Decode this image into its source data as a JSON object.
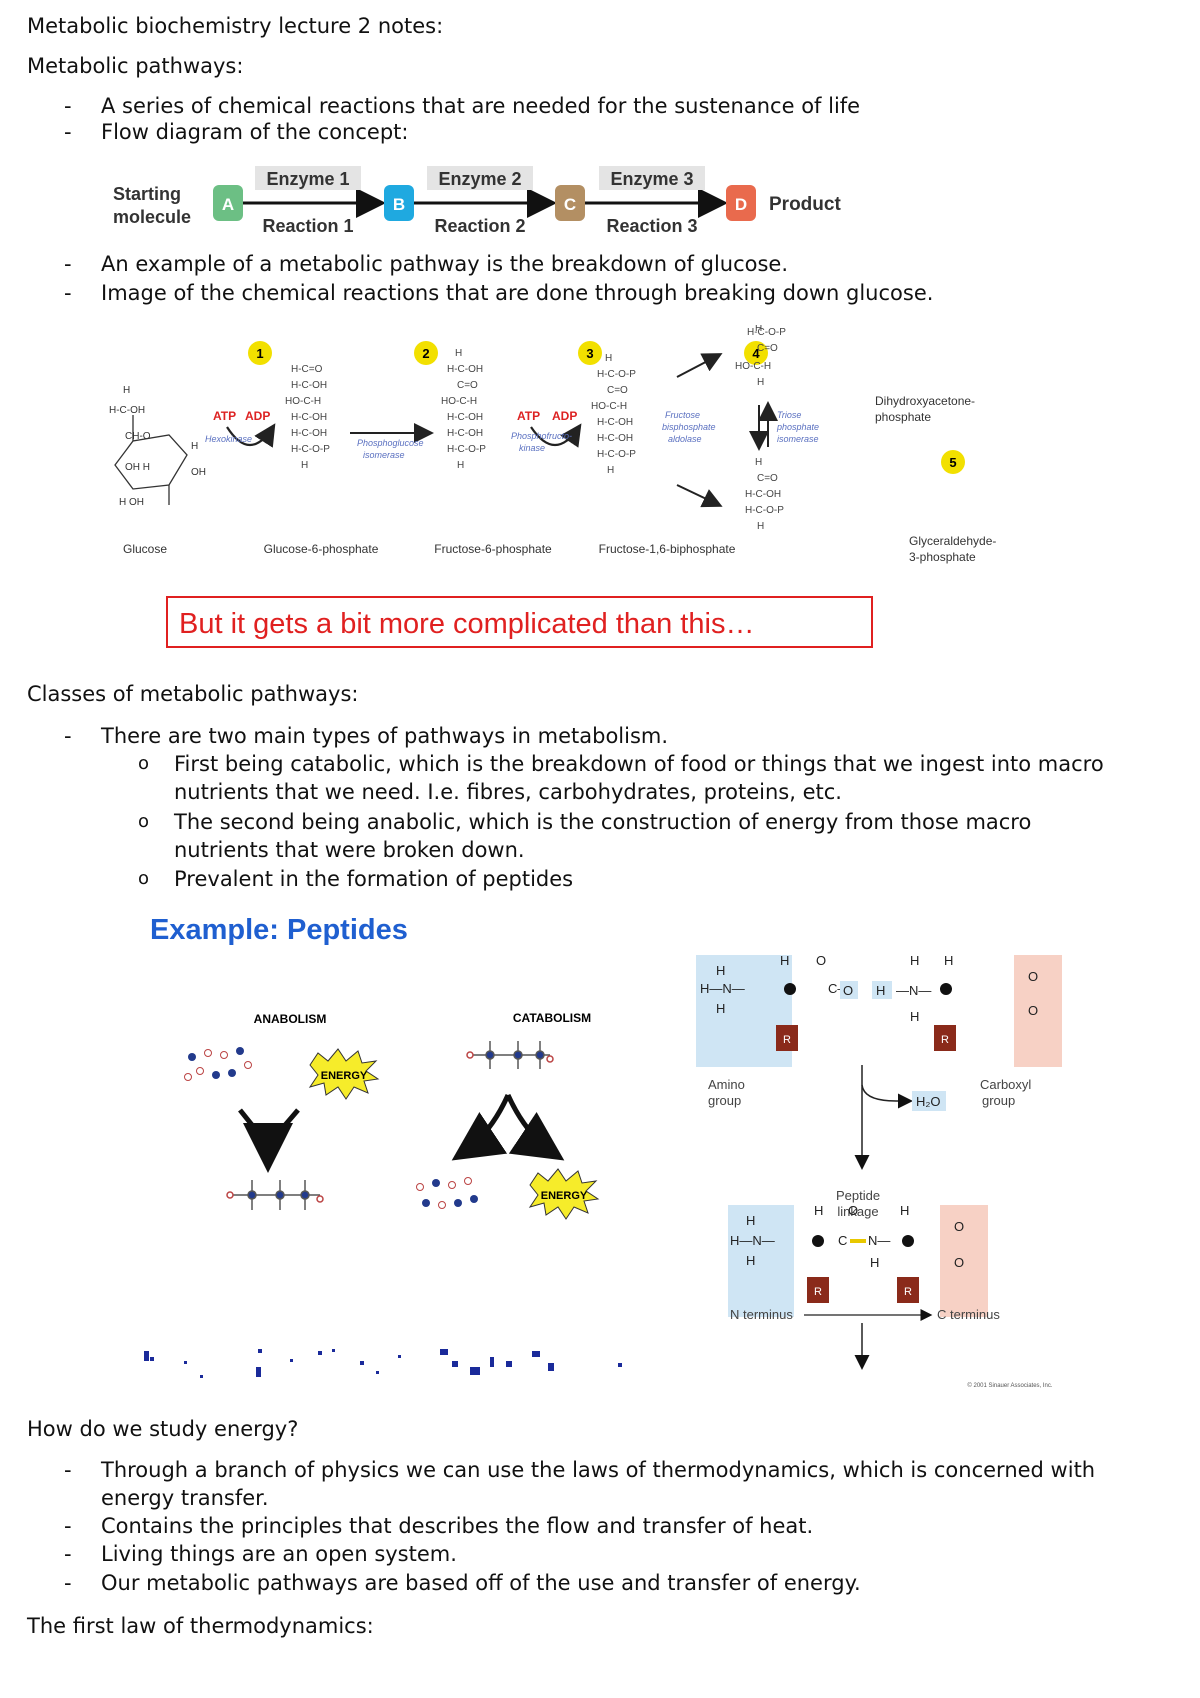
{
  "doc": {
    "title": "Metabolic biochemistry lecture 2 notes:",
    "s1_heading": "Metabolic pathways:",
    "s1_bullets": [
      "A series of chemical reactions that are needed for the sustenance of life",
      "Flow diagram of the concept:",
      "An example of a metabolic pathway is the breakdown of glucose.",
      "Image of the chemical reactions that are done through breaking down glucose."
    ],
    "s2_heading": "Classes of metabolic pathways:",
    "s2_bullet": "There are two main types of pathways in metabolism.",
    "s2_sub": [
      "First being catabolic, which is the breakdown of food or things that we ingest into macro",
      "nutrients that we need. I.e. fibres, carbohydrates, proteins, etc.",
      "The second being anabolic, which is the construction of energy from those macro",
      "nutrients that were broken down.",
      "Prevalent in the formation of peptides"
    ],
    "s3_heading": "How do we study energy?",
    "s3_bullets": [
      "Through a branch of physics we can use the laws of thermodynamics, which is concerned with",
      "energy transfer.",
      "Contains the principles that describes the flow and transfer of heat.",
      "Living things are an open system.",
      "Our metabolic pathways are based off of the use and transfer of energy."
    ],
    "s4_heading": "The first law of thermodynamics:"
  },
  "flow": {
    "start": [
      "Starting",
      "molecule"
    ],
    "nodes": [
      "A",
      "B",
      "C",
      "D"
    ],
    "enzymes": [
      "Enzyme 1",
      "Enzyme 2",
      "Enzyme 3"
    ],
    "reactions": [
      "Reaction 1",
      "Reaction 2",
      "Reaction 3"
    ],
    "product": "Product",
    "colors": {
      "A": "#6cbf84",
      "B": "#1fa9e0",
      "C": "#b38f63",
      "D": "#e96a4d",
      "enzyme_bg": "#e4e4e4"
    }
  },
  "glycolysis": {
    "steps": [
      "1",
      "2",
      "3",
      "4",
      "5"
    ],
    "compounds": [
      "Glucose",
      "Glucose-6-phosphate",
      "Fructose-6-phosphate",
      "Fructose-1,6-biphosphate"
    ],
    "dhap": [
      "Dihydroxyacetone-",
      "phosphate"
    ],
    "g3p": [
      "Glyceraldehyde-",
      "3-phosphate"
    ],
    "atp": "ATP",
    "adp": "ADP",
    "enzymes": {
      "hexokinase": "Hexokinase",
      "pgi": [
        "Phosphoglucose",
        "isomerase"
      ],
      "pfk": [
        "Phosphofructo-",
        "kinase"
      ],
      "aldolase": [
        "Fructose",
        "bisphosphate",
        "aldolase"
      ],
      "tpi": [
        "Triose",
        "phosphate",
        "isomerase"
      ]
    },
    "note": "But it gets a bit more complicated than this…",
    "note_color": "#e02020"
  },
  "peptides": {
    "title": "Example: Peptides",
    "title_color": "#1f5fd0",
    "anabolism": "ANABOLISM",
    "catabolism": "CATABOLISM",
    "energy": "ENERGY",
    "amino_group": [
      "Amino",
      "group"
    ],
    "carboxyl_group": [
      "Carboxyl",
      "group"
    ],
    "water": "H₂O",
    "peptide_linkage": [
      "Peptide",
      "linkage"
    ],
    "n_terminus": "N terminus",
    "c_terminus": "C terminus",
    "copyright": "© 2001 Sinauer Associates, Inc."
  }
}
